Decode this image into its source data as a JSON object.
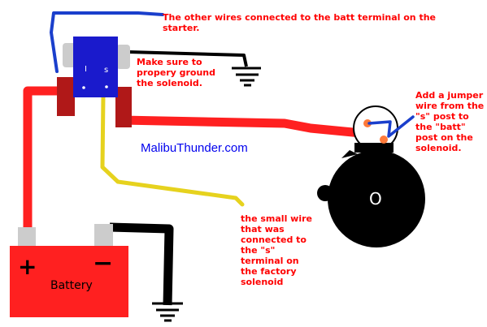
{
  "annotations": {
    "top_note": "The other wires connected to the batt terminal on the\nstarter.",
    "ground_note": "Make sure to\npropery ground\nthe solenoid.",
    "jumper_note": "Add a jumper\nwire from the\n\"s\" post to\nthe \"batt\"\npost on the\nsolenoid.",
    "small_wire_note": "the small wire\nthat was\nconnected to\nthe \"s\"\nterminal on\nthe factory\nsolenoid"
  },
  "site_name": "MalibuThunder.com",
  "battery": {
    "label": "Battery",
    "positive_symbol": "+",
    "negative_symbol": "−"
  },
  "solenoid": {
    "post_i_label": "I",
    "post_s_label": "s"
  },
  "starter": {
    "motor_label": "O"
  },
  "colors": {
    "positive_cable": "#ff2020",
    "ground_wire": "#000000",
    "signal_wire": "#e6d21e",
    "blue_wire": "#1a3fcc",
    "solenoid_body": "#1a1acc",
    "terminal_dark_red": "#b01818",
    "annotation_text": "#ff0000",
    "site_text": "#0000ee"
  }
}
